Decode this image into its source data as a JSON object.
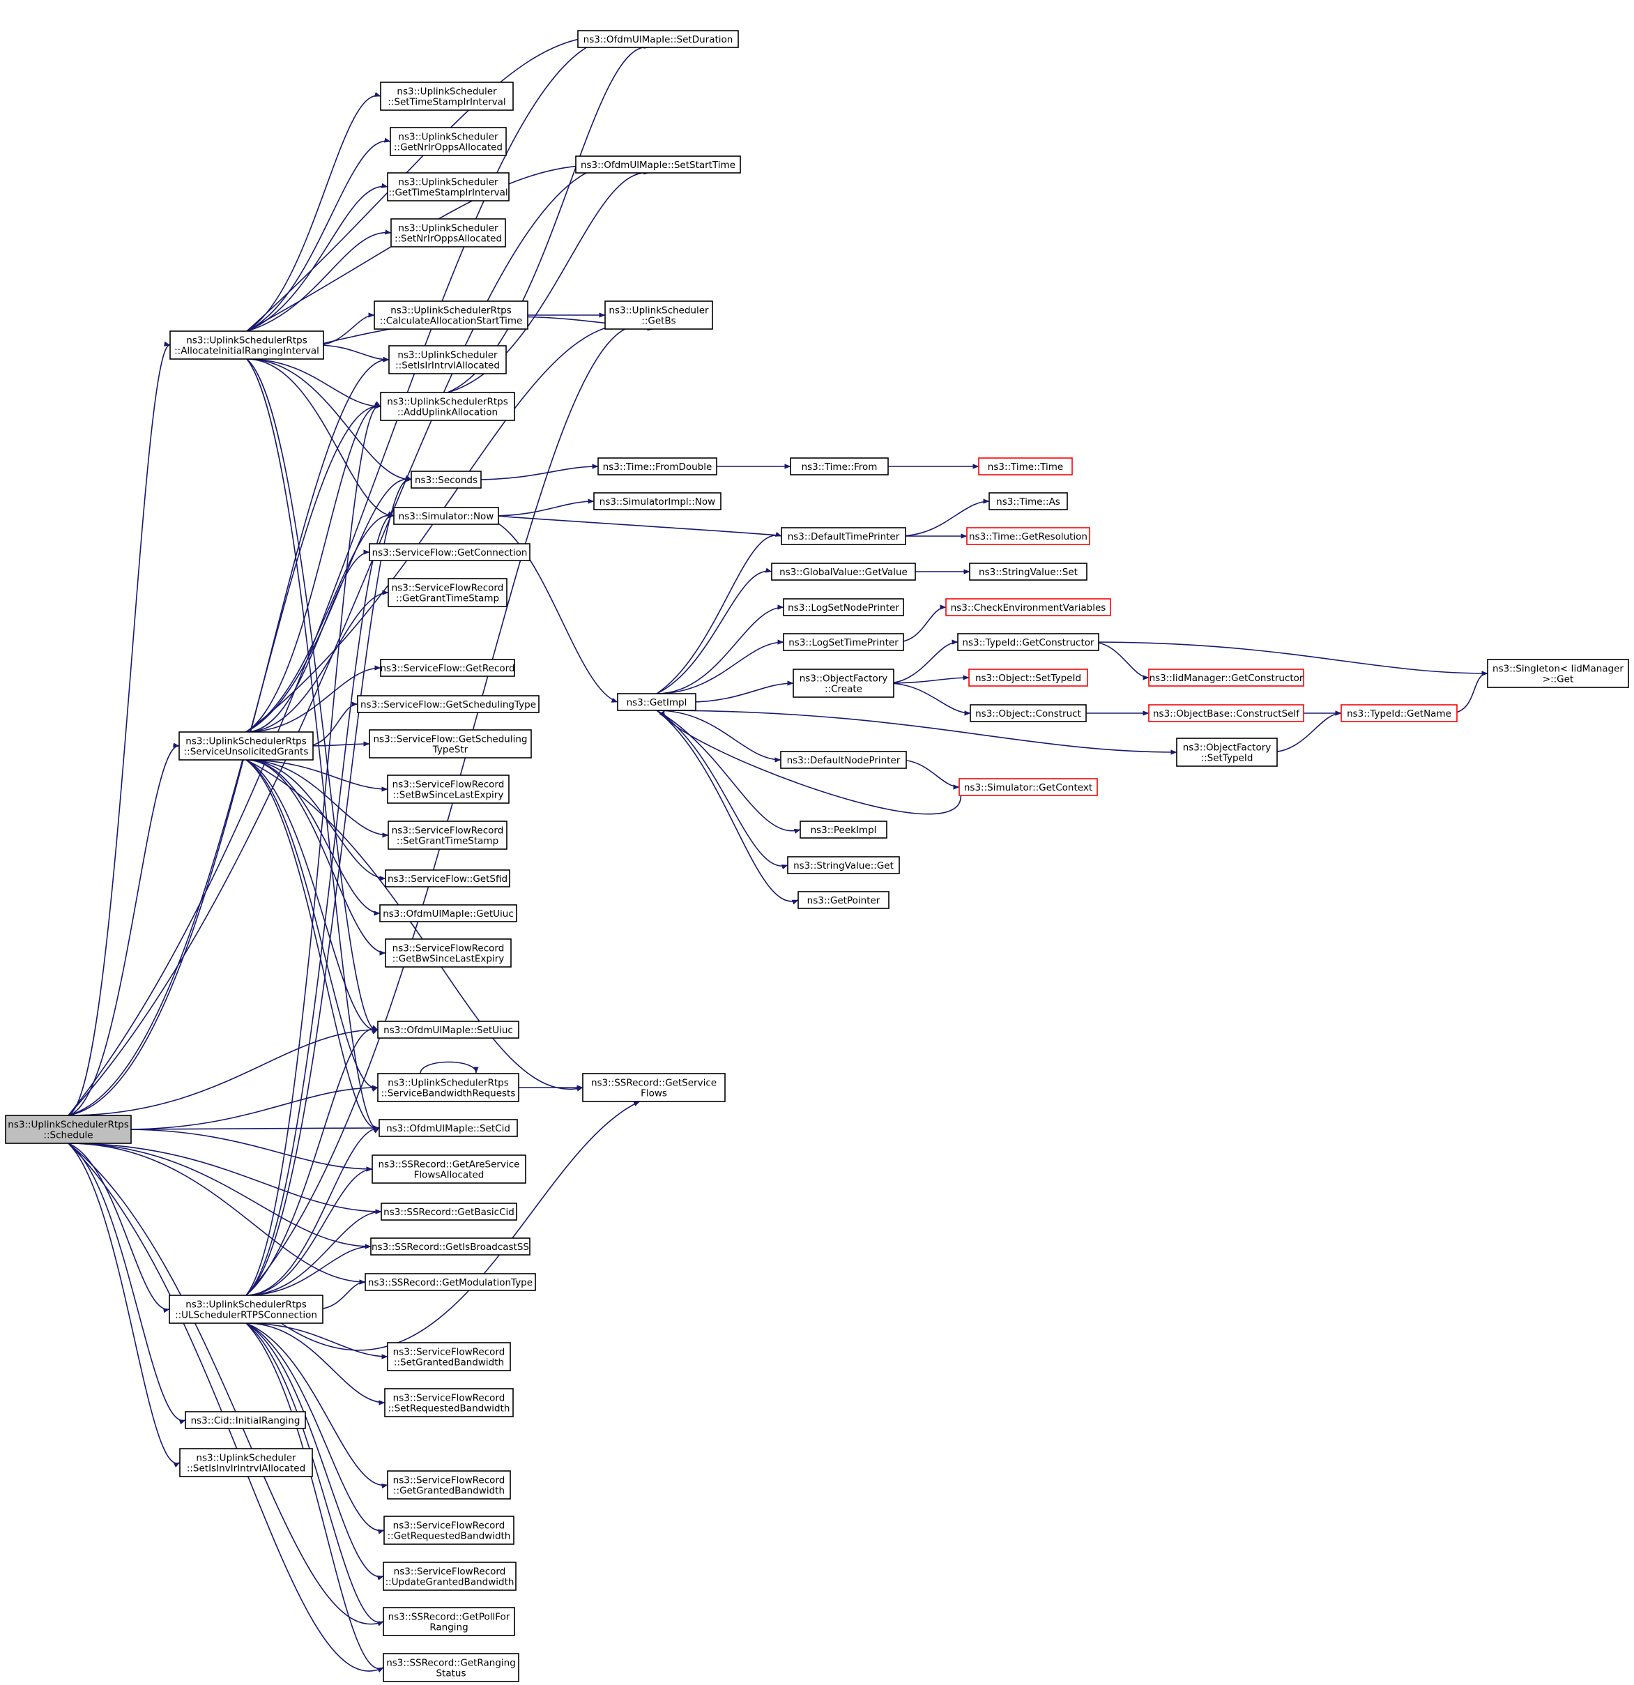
{
  "diagram": {
    "type": "call-graph",
    "colors": {
      "edge": "#191970",
      "root_fill": "#bfbfbf",
      "truncated_border": "#ff0000",
      "node_border": "#000000"
    },
    "nodes": [
      {
        "id": "schedule",
        "lines": [
          "ns3::UplinkSchedulerRtps",
          "::Schedule"
        ],
        "root": true
      },
      {
        "id": "airi",
        "lines": [
          "ns3::UplinkSchedulerRtps",
          "::AllocateInitialRangingInterval"
        ]
      },
      {
        "id": "sug",
        "lines": [
          "ns3::UplinkSchedulerRtps",
          "::ServiceUnsolicitedGrants"
        ]
      },
      {
        "id": "ulrtps",
        "lines": [
          "ns3::UplinkSchedulerRtps",
          "::ULSchedulerRTPSConnection"
        ]
      },
      {
        "id": "cidir",
        "lines": [
          "ns3::Cid::InitialRanging"
        ]
      },
      {
        "id": "setinv",
        "lines": [
          "ns3::UplinkScheduler",
          "::SetIsInvIrIntrvlAllocated"
        ]
      },
      {
        "id": "setts",
        "lines": [
          "ns3::UplinkScheduler",
          "::SetTimeStampIrInterval"
        ]
      },
      {
        "id": "getnr",
        "lines": [
          "ns3::UplinkScheduler",
          "::GetNrIrOppsAllocated"
        ]
      },
      {
        "id": "getts",
        "lines": [
          "ns3::UplinkScheduler",
          "::GetTimeStampIrInterval"
        ]
      },
      {
        "id": "setnr",
        "lines": [
          "ns3::UplinkScheduler",
          "::SetNrIrOppsAllocated"
        ]
      },
      {
        "id": "calc",
        "lines": [
          "ns3::UplinkSchedulerRtps",
          "::CalculateAllocationStartTime"
        ]
      },
      {
        "id": "setisir",
        "lines": [
          "ns3::UplinkScheduler",
          "::SetIsIrIntrvlAllocated"
        ]
      },
      {
        "id": "aua",
        "lines": [
          "ns3::UplinkSchedulerRtps",
          "::AddUplinkAllocation"
        ]
      },
      {
        "id": "seconds",
        "lines": [
          "ns3::Seconds"
        ]
      },
      {
        "id": "simnow",
        "lines": [
          "ns3::Simulator::Now"
        ]
      },
      {
        "id": "sfgetconn",
        "lines": [
          "ns3::ServiceFlow::GetConnection"
        ]
      },
      {
        "id": "sfrgetgts",
        "lines": [
          "ns3::ServiceFlowRecord",
          "::GetGrantTimeStamp"
        ]
      },
      {
        "id": "sfgetrec",
        "lines": [
          "ns3::ServiceFlow::GetRecord"
        ]
      },
      {
        "id": "sfgetst",
        "lines": [
          "ns3::ServiceFlow::GetSchedulingType"
        ]
      },
      {
        "id": "sfgetststr",
        "lines": [
          "ns3::ServiceFlow::GetScheduling",
          "TypeStr"
        ]
      },
      {
        "id": "sfrsetbw",
        "lines": [
          "ns3::ServiceFlowRecord",
          "::SetBwSinceLastExpiry"
        ]
      },
      {
        "id": "sfrsetgts",
        "lines": [
          "ns3::ServiceFlowRecord",
          "::SetGrantTimeStamp"
        ]
      },
      {
        "id": "sfgetsfid",
        "lines": [
          "ns3::ServiceFlow::GetSfid"
        ]
      },
      {
        "id": "getuiuc",
        "lines": [
          "ns3::OfdmUlMapIe::GetUiuc"
        ]
      },
      {
        "id": "sfrgetbw",
        "lines": [
          "ns3::ServiceFlowRecord",
          "::GetBwSinceLastExpiry"
        ]
      },
      {
        "id": "setuiuc",
        "lines": [
          "ns3::OfdmUlMapIe::SetUiuc"
        ]
      },
      {
        "id": "sbr",
        "lines": [
          "ns3::UplinkSchedulerRtps",
          "::ServiceBandwidthRequests"
        ]
      },
      {
        "id": "setcid",
        "lines": [
          "ns3::OfdmUlMapIe::SetCid"
        ]
      },
      {
        "id": "ssgetare",
        "lines": [
          "ns3::SSRecord::GetAreService",
          "FlowsAllocated"
        ]
      },
      {
        "id": "ssgetbasic",
        "lines": [
          "ns3::SSRecord::GetBasicCid"
        ]
      },
      {
        "id": "ssgetbc",
        "lines": [
          "ns3::SSRecord::GetIsBroadcastSS"
        ]
      },
      {
        "id": "ssgetmod",
        "lines": [
          "ns3::SSRecord::GetModulationType"
        ]
      },
      {
        "id": "sfrsetgb",
        "lines": [
          "ns3::ServiceFlowRecord",
          "::SetGrantedBandwidth"
        ]
      },
      {
        "id": "sfrsetrb",
        "lines": [
          "ns3::ServiceFlowRecord",
          "::SetRequestedBandwidth"
        ]
      },
      {
        "id": "sfrgetgb",
        "lines": [
          "ns3::ServiceFlowRecord",
          "::GetGrantedBandwidth"
        ]
      },
      {
        "id": "sfrgetrb",
        "lines": [
          "ns3::ServiceFlowRecord",
          "::GetRequestedBandwidth"
        ]
      },
      {
        "id": "sfrupd",
        "lines": [
          "ns3::ServiceFlowRecord",
          "::UpdateGrantedBandwidth"
        ]
      },
      {
        "id": "ssgetpoll",
        "lines": [
          "ns3::SSRecord::GetPollFor",
          "Ranging"
        ]
      },
      {
        "id": "ssgetrng",
        "lines": [
          "ns3::SSRecord::GetRanging",
          "Status"
        ]
      },
      {
        "id": "setdur",
        "lines": [
          "ns3::OfdmUlMapIe::SetDuration"
        ]
      },
      {
        "id": "setstart",
        "lines": [
          "ns3::OfdmUlMapIe::SetStartTime"
        ]
      },
      {
        "id": "getbs",
        "lines": [
          "ns3::UplinkScheduler",
          "::GetBs"
        ]
      },
      {
        "id": "timefd",
        "lines": [
          "ns3::Time::FromDouble"
        ]
      },
      {
        "id": "simimplnow",
        "lines": [
          "ns3::SimulatorImpl::Now"
        ]
      },
      {
        "id": "getimpl",
        "lines": [
          "ns3::GetImpl"
        ]
      },
      {
        "id": "ssgetsf",
        "lines": [
          "ns3::SSRecord::GetService",
          "Flows"
        ]
      },
      {
        "id": "timefrom",
        "lines": [
          "ns3::Time::From"
        ]
      },
      {
        "id": "timetime",
        "lines": [
          "ns3::Time::Time"
        ],
        "truncated": true
      },
      {
        "id": "dtp",
        "lines": [
          "ns3::DefaultTimePrinter"
        ]
      },
      {
        "id": "gvget",
        "lines": [
          "ns3::GlobalValue::GetValue"
        ]
      },
      {
        "id": "lsnp",
        "lines": [
          "ns3::LogSetNodePrinter"
        ]
      },
      {
        "id": "lstp",
        "lines": [
          "ns3::LogSetTimePrinter"
        ]
      },
      {
        "id": "ofcreate",
        "lines": [
          "ns3::ObjectFactory",
          "::Create"
        ]
      },
      {
        "id": "dnp",
        "lines": [
          "ns3::DefaultNodePrinter"
        ]
      },
      {
        "id": "peekimpl",
        "lines": [
          "ns3::PeekImpl"
        ]
      },
      {
        "id": "svget",
        "lines": [
          "ns3::StringValue::Get"
        ]
      },
      {
        "id": "getptr",
        "lines": [
          "ns3::GetPointer"
        ]
      },
      {
        "id": "timeas",
        "lines": [
          "ns3::Time::As"
        ]
      },
      {
        "id": "timeres",
        "lines": [
          "ns3::Time::GetResolution"
        ],
        "truncated": true
      },
      {
        "id": "svset",
        "lines": [
          "ns3::StringValue::Set"
        ]
      },
      {
        "id": "cev",
        "lines": [
          "ns3::CheckEnvironmentVariables"
        ],
        "truncated": true
      },
      {
        "id": "tidgc",
        "lines": [
          "ns3::TypeId::GetConstructor"
        ]
      },
      {
        "id": "objsettid",
        "lines": [
          "ns3::Object::SetTypeId"
        ],
        "truncated": true
      },
      {
        "id": "objconst",
        "lines": [
          "ns3::Object::Construct"
        ]
      },
      {
        "id": "ofsettid",
        "lines": [
          "ns3::ObjectFactory",
          "::SetTypeId"
        ]
      },
      {
        "id": "simctx",
        "lines": [
          "ns3::Simulator::GetContext"
        ],
        "truncated": true
      },
      {
        "id": "iidgc",
        "lines": [
          "ns3::IidManager::GetConstructor"
        ],
        "truncated": true
      },
      {
        "id": "obcs",
        "lines": [
          "ns3::ObjectBase::ConstructSelf"
        ],
        "truncated": true
      },
      {
        "id": "tidname",
        "lines": [
          "ns3::TypeId::GetName"
        ],
        "truncated": true
      },
      {
        "id": "singget",
        "lines": [
          "ns3::Singleton< IidManager",
          " >::Get"
        ]
      }
    ],
    "edges": [
      [
        "schedule",
        "airi"
      ],
      [
        "schedule",
        "sug"
      ],
      [
        "schedule",
        "ulrtps"
      ],
      [
        "schedule",
        "cidir"
      ],
      [
        "schedule",
        "setinv"
      ],
      [
        "schedule",
        "setdur"
      ],
      [
        "schedule",
        "setstart"
      ],
      [
        "schedule",
        "setisir"
      ],
      [
        "schedule",
        "aua"
      ],
      [
        "schedule",
        "setuiuc"
      ],
      [
        "schedule",
        "sbr"
      ],
      [
        "schedule",
        "setcid"
      ],
      [
        "schedule",
        "ssgetare"
      ],
      [
        "schedule",
        "ssgetbasic"
      ],
      [
        "schedule",
        "ssgetbc"
      ],
      [
        "schedule",
        "ssgetmod"
      ],
      [
        "schedule",
        "ssgetpoll"
      ],
      [
        "schedule",
        "ssgetrng"
      ],
      [
        "airi",
        "setts"
      ],
      [
        "airi",
        "getnr"
      ],
      [
        "airi",
        "getts"
      ],
      [
        "airi",
        "setnr"
      ],
      [
        "airi",
        "calc"
      ],
      [
        "airi",
        "setisir"
      ],
      [
        "airi",
        "aua"
      ],
      [
        "airi",
        "seconds"
      ],
      [
        "airi",
        "simnow"
      ],
      [
        "airi",
        "setdur"
      ],
      [
        "airi",
        "setstart"
      ],
      [
        "airi",
        "getbs"
      ],
      [
        "airi",
        "setuiuc"
      ],
      [
        "airi",
        "setcid"
      ],
      [
        "calc",
        "getbs"
      ],
      [
        "aua",
        "setdur"
      ],
      [
        "aua",
        "setstart"
      ],
      [
        "seconds",
        "timefd"
      ],
      [
        "timefd",
        "timefrom"
      ],
      [
        "timefrom",
        "timetime"
      ],
      [
        "simnow",
        "simimplnow"
      ],
      [
        "simnow",
        "getimpl"
      ],
      [
        "sug",
        "aua"
      ],
      [
        "sug",
        "seconds"
      ],
      [
        "sug",
        "simnow"
      ],
      [
        "sug",
        "sfgetconn"
      ],
      [
        "sug",
        "sfrgetgts"
      ],
      [
        "sug",
        "sfgetrec"
      ],
      [
        "sug",
        "sfgetst"
      ],
      [
        "sug",
        "sfgetststr"
      ],
      [
        "sug",
        "sfrsetbw"
      ],
      [
        "sug",
        "sfrsetgts"
      ],
      [
        "sug",
        "sfgetsfid"
      ],
      [
        "sug",
        "getuiuc"
      ],
      [
        "sug",
        "sfrgetbw"
      ],
      [
        "sug",
        "setuiuc"
      ],
      [
        "sug",
        "sbr"
      ],
      [
        "sug",
        "setcid"
      ],
      [
        "sug",
        "ssgetsf"
      ],
      [
        "sug",
        "getbs"
      ],
      [
        "sbr",
        "sbr"
      ],
      [
        "sbr",
        "ssgetsf"
      ],
      [
        "ulrtps",
        "getbs"
      ],
      [
        "ulrtps",
        "setcid"
      ],
      [
        "ulrtps",
        "ssgetare"
      ],
      [
        "ulrtps",
        "ssgetbasic"
      ],
      [
        "ulrtps",
        "ssgetbc"
      ],
      [
        "ulrtps",
        "ssgetmod"
      ],
      [
        "ulrtps",
        "sfrsetgb"
      ],
      [
        "ulrtps",
        "sfrsetrb"
      ],
      [
        "ulrtps",
        "sfrgetgb"
      ],
      [
        "ulrtps",
        "sfrgetrb"
      ],
      [
        "ulrtps",
        "sfrupd"
      ],
      [
        "ulrtps",
        "ssgetpoll"
      ],
      [
        "ulrtps",
        "ssgetrng"
      ],
      [
        "ulrtps",
        "ssgetsf"
      ],
      [
        "ulrtps",
        "aua"
      ],
      [
        "ulrtps",
        "simnow"
      ],
      [
        "ulrtps",
        "seconds"
      ],
      [
        "ulrtps",
        "setuiuc"
      ],
      [
        "getimpl",
        "dtp"
      ],
      [
        "getimpl",
        "gvget"
      ],
      [
        "getimpl",
        "lsnp"
      ],
      [
        "getimpl",
        "lstp"
      ],
      [
        "getimpl",
        "ofcreate"
      ],
      [
        "getimpl",
        "dnp"
      ],
      [
        "getimpl",
        "peekimpl"
      ],
      [
        "getimpl",
        "svget"
      ],
      [
        "getimpl",
        "getptr"
      ],
      [
        "getimpl",
        "ofsettid"
      ],
      [
        "dtp",
        "timeas"
      ],
      [
        "dtp",
        "timeres"
      ],
      [
        "dtp",
        "simnow"
      ],
      [
        "gvget",
        "svset"
      ],
      [
        "lstp",
        "cev"
      ],
      [
        "ofcreate",
        "tidgc"
      ],
      [
        "ofcreate",
        "objsettid"
      ],
      [
        "ofcreate",
        "objconst"
      ],
      [
        "tidgc",
        "iidgc"
      ],
      [
        "tidgc",
        "singget"
      ],
      [
        "objconst",
        "obcs"
      ],
      [
        "obcs",
        "tidname"
      ],
      [
        "ofsettid",
        "tidname"
      ],
      [
        "tidname",
        "singget"
      ],
      [
        "dnp",
        "simctx"
      ],
      [
        "simctx",
        "getimpl"
      ]
    ]
  }
}
